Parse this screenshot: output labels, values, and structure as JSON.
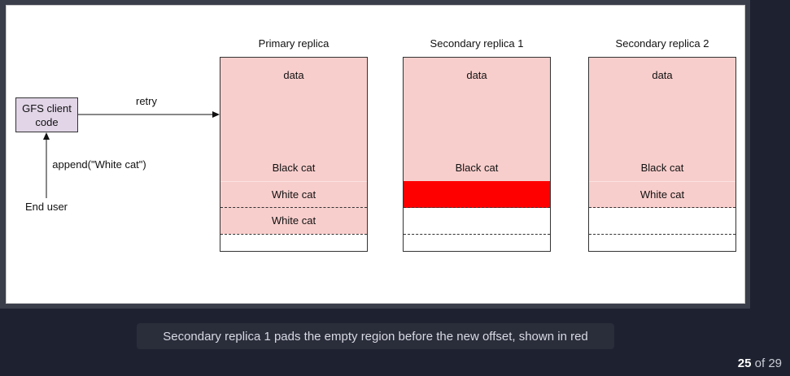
{
  "diagram": {
    "client_label": "GFS client\ncode",
    "retry_label": "retry",
    "append_label": "append(\"White cat\")",
    "end_user_label": "End user",
    "replicas": [
      {
        "title": "Primary replica",
        "data_label": "data",
        "row1": "Black cat",
        "row2": "White cat",
        "row3": "White cat"
      },
      {
        "title": "Secondary replica  1",
        "data_label": "data",
        "row1": "Black cat",
        "row2": "",
        "row3": ""
      },
      {
        "title": "Secondary replica  2",
        "data_label": "data",
        "row1": "Black cat",
        "row2": "White cat",
        "row3": ""
      }
    ],
    "colors": {
      "replica_fill": "#f8cecc",
      "padding_fill": "#ff0000",
      "client_fill": "#e1d5e7"
    }
  },
  "caption": "Secondary replica 1 pads the empty region before the new offset, shown in red",
  "pager": {
    "current": "25",
    "separator": "of",
    "total": "29"
  }
}
